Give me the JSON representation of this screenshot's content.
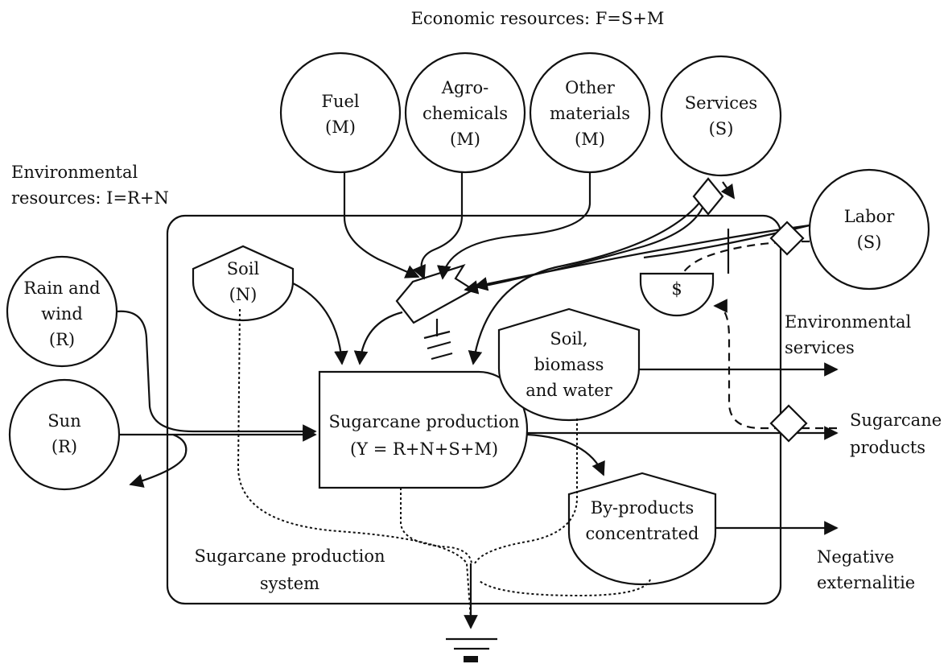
{
  "title": "Economic resources: F=S+M",
  "env_resources": [
    "Environmental",
    "resources: I=R+N"
  ],
  "system_label": [
    "Sugarcane production",
    "system"
  ],
  "sources": {
    "fuel": [
      "Fuel",
      "(M)"
    ],
    "agro": [
      "Agro-",
      "chemicals",
      "(M)"
    ],
    "other": [
      "Other",
      "materials",
      "(M)"
    ],
    "services": [
      "Services",
      "(S)"
    ],
    "labor": [
      "Labor",
      "(S)"
    ],
    "rain": [
      "Rain and",
      "wind",
      "(R)"
    ],
    "sun": [
      "Sun",
      "(R)"
    ]
  },
  "storages": {
    "soil": [
      "Soil",
      "(N)"
    ],
    "money": "$",
    "soil_biomass": [
      "Soil,",
      "biomass",
      "and water"
    ],
    "byproducts": [
      "By-products",
      "concentrated"
    ]
  },
  "process": [
    "Sugarcane production",
    "(Y = R+N+S+M)"
  ],
  "outputs": {
    "env_services": [
      "Environmental",
      "services"
    ],
    "products": [
      "Sugarcane",
      "products"
    ],
    "externalities": [
      "Negative",
      "externalitie"
    ]
  },
  "colors": {
    "ink": "#111111",
    "background": "#ffffff"
  }
}
